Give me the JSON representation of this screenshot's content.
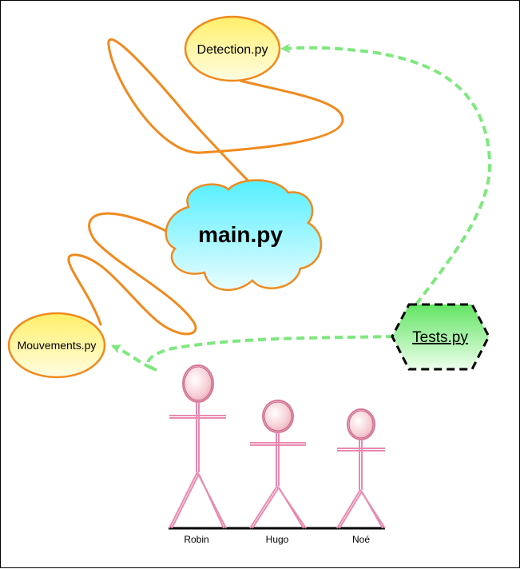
{
  "nodes": {
    "detection": "Detection.py",
    "main": "main.py",
    "mouvements": "Mouvements.py",
    "tests": "Tests.py"
  },
  "people": [
    "Robin",
    "Hugo",
    "Noé"
  ],
  "colors": {
    "orange_stroke": "#f08a1e",
    "ellipse_fill_top": "#ffee66",
    "ellipse_fill_bottom": "#fffde0",
    "cloud_fill_top": "#55f0ff",
    "cloud_fill_bottom": "#e8fdff",
    "hex_fill_top": "#66e866",
    "hex_fill_bottom": "#eaffea",
    "green_dashed": "#7ee87e",
    "figure_pink": "#e88ab0"
  }
}
